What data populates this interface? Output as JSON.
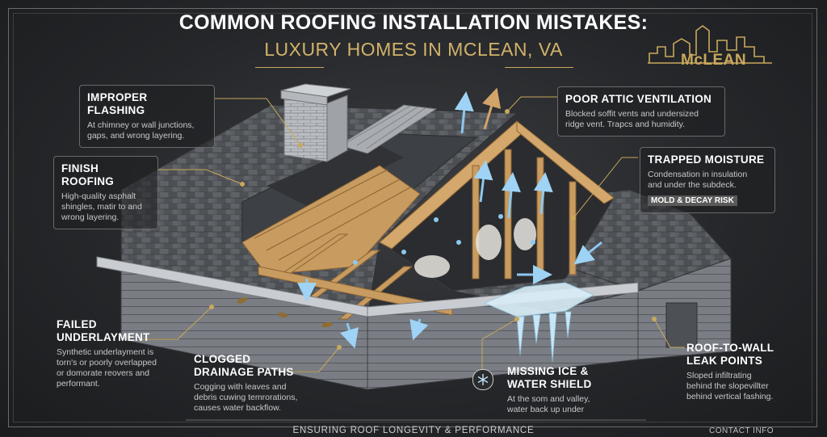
{
  "header": {
    "title": "COMMON ROOFING INSTALLATION MISTAKES:",
    "subtitle": "LUXURY HOMES IN MCLEAN, VA",
    "logo_text": "McLEAN"
  },
  "callouts": {
    "flashing": {
      "heading": "IMPROPER FLASHING",
      "desc": [
        "At chimney or wall junctions,",
        "gaps, and wrong layering."
      ]
    },
    "finish": {
      "heading": "FINISH ROOFING",
      "desc": [
        "High-quality asphalt",
        "shingles, matir to and",
        "wrong layering."
      ]
    },
    "underlayment": {
      "heading": [
        "FAILED",
        "UNDERLAYMENT"
      ],
      "desc": [
        "Synthetic underlayment is",
        "torn's or poorly overlapped",
        "or domorate reovers and",
        "performant."
      ]
    },
    "drainage": {
      "heading": [
        "CLOGGED",
        "DRAINAGE PATHS"
      ],
      "desc": [
        "Cogging with leaves and",
        "debris cuwing temrorations,",
        "causes water backflow."
      ]
    },
    "ice": {
      "heading": [
        "MISSING ICE &",
        "WATER SHIELD"
      ],
      "desc": [
        "At the som and valley,",
        "water back up under"
      ]
    },
    "ventilation": {
      "heading": "POOR ATTIC VENTILATION",
      "desc": [
        "Blocked soffit vents and undersized",
        "ridge vent. Trapcs and humidity."
      ]
    },
    "moisture": {
      "heading": "TRAPPED MOISTURE",
      "desc": [
        "Condensation in insulation",
        "and under the subdeck."
      ],
      "risk": "MOLD & DECAY RISK"
    },
    "wall": {
      "heading": [
        "ROOF-TO-WALL",
        "LEAK POINTS"
      ],
      "desc": [
        "Sloped infiltrating",
        "behind the slopevillter",
        "behind vertical fashing."
      ]
    }
  },
  "footer": {
    "text": "ENSURING ROOF LONGEVITY & PERFORMANCE",
    "contact": "CONTACT INFO"
  },
  "colors": {
    "accent_gold": "#c9a85c",
    "water_blue": "#6fb3e8",
    "shingle": "#5a5c60",
    "wood": "#c79a5e"
  },
  "icons": [
    "skyline-icon",
    "snowflake-icon"
  ]
}
